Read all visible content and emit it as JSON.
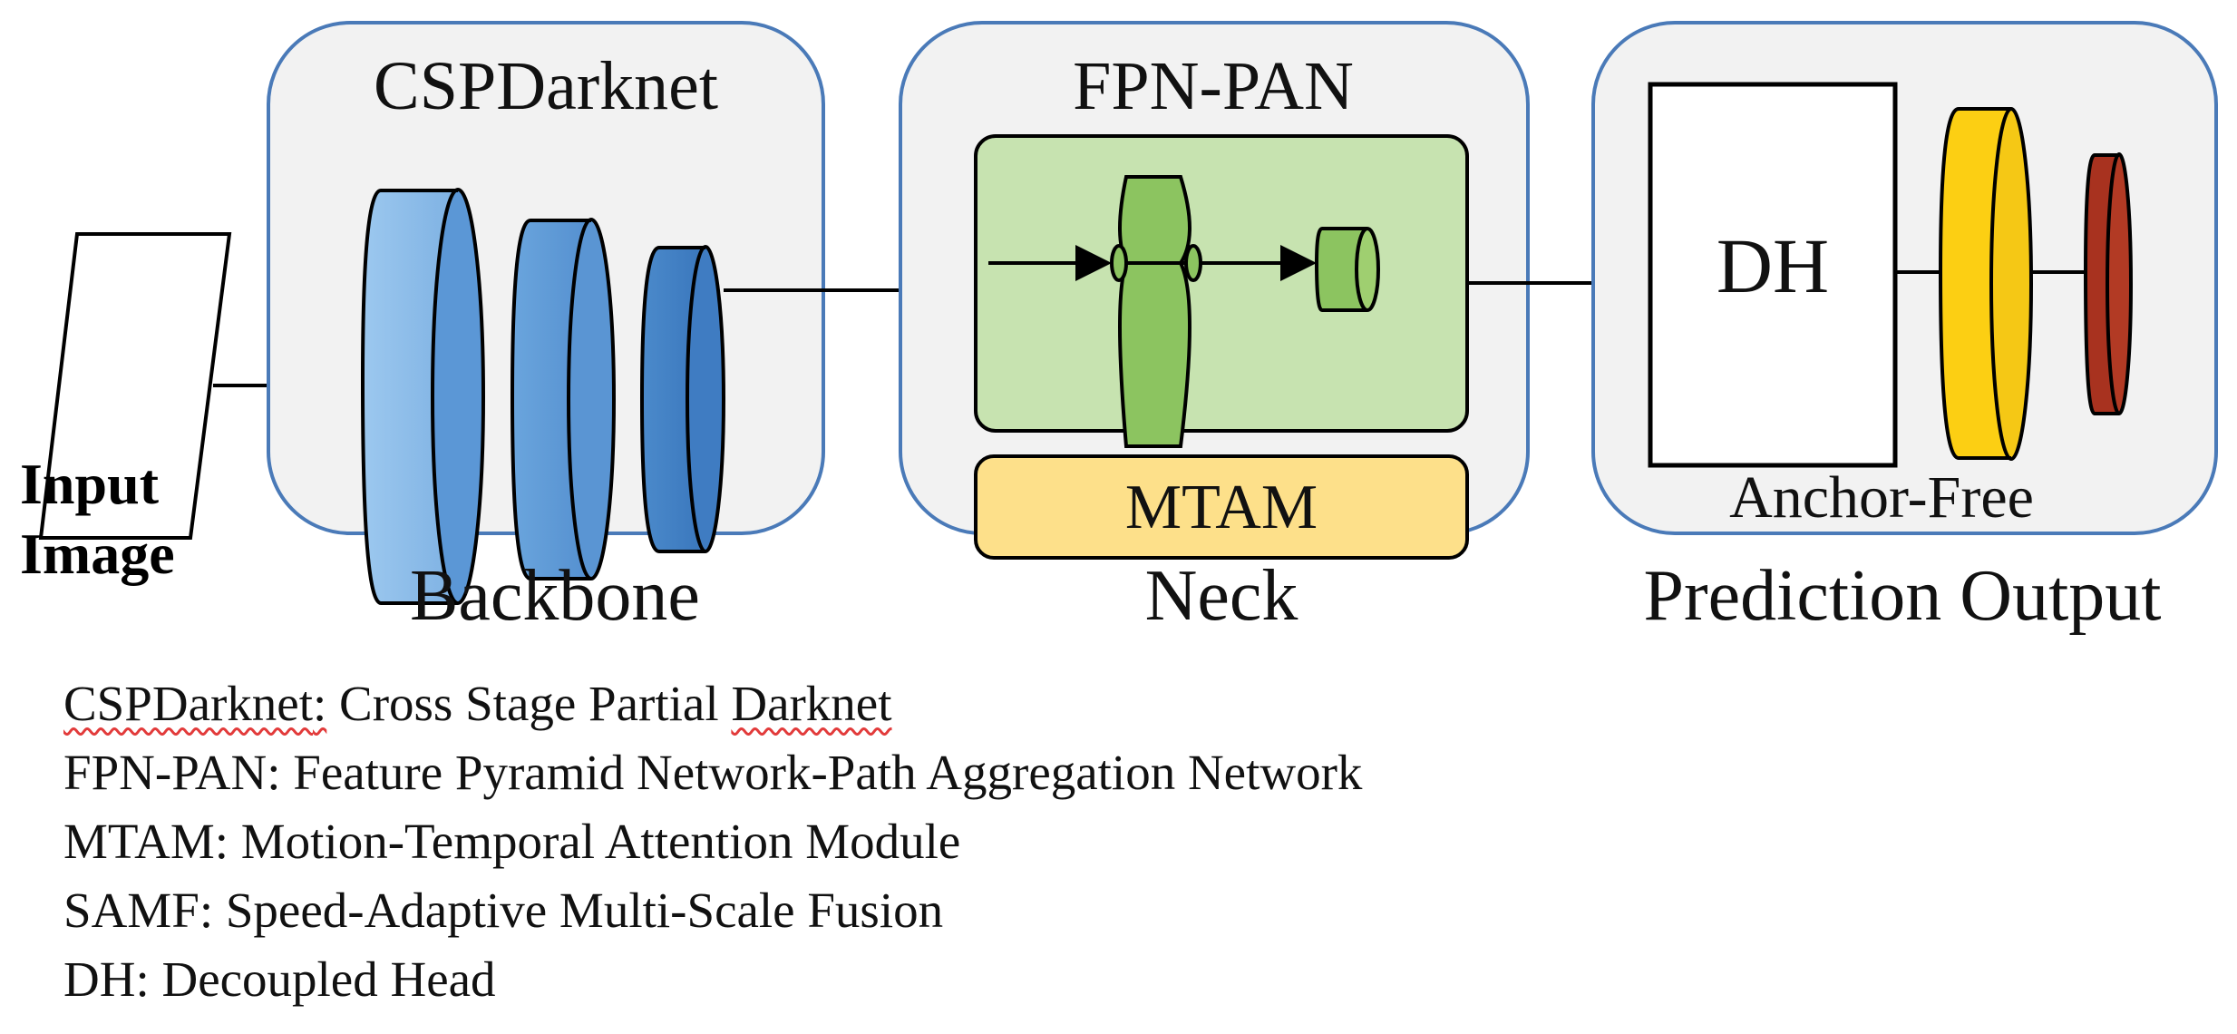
{
  "diagram": {
    "input": {
      "label_line1": "Input",
      "label_line2": "Image"
    },
    "backbone": {
      "inner_title": "CSPDarknet",
      "caption": "Backbone"
    },
    "neck": {
      "inner_title": "FPN-PAN",
      "module_label": "MTAM",
      "caption": "Neck"
    },
    "prediction": {
      "head_label": "DH",
      "inner_caption": "Anchor-Free",
      "caption": "Prediction Output"
    }
  },
  "legend": {
    "items": [
      {
        "abbr": "CSPDarknet",
        "definition": "Cross Stage Partial Darknet",
        "spell_flagged": [
          "CSPDarknet:",
          "Darknet"
        ]
      },
      {
        "abbr": "FPN-PAN",
        "definition": "Feature Pyramid Network-Path Aggregation Network"
      },
      {
        "abbr": "MTAM",
        "definition": "Motion-Temporal Attention Module"
      },
      {
        "abbr": "SAMF",
        "definition": "Speed-Adaptive Multi-Scale Fusion"
      },
      {
        "abbr": "DH",
        "definition": "Decoupled Head"
      }
    ]
  },
  "colors": {
    "panel_fill": "#f2f2f2",
    "panel_border": "#4a7ab8",
    "backbone_light": "#8ebde8",
    "backbone_mid": "#5b97d6",
    "backbone_dark": "#3f7cc2",
    "neck_panel": "#c7e3b0",
    "neck_block": "#8cc460",
    "mtam_fill": "#fde08a",
    "output_yellow": "#fccf13",
    "output_red": "#a8321f"
  }
}
